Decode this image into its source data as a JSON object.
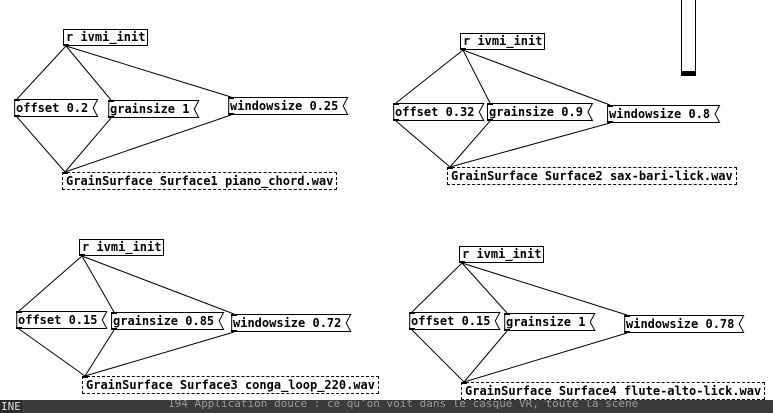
{
  "patch": {
    "groups": [
      {
        "receive": "r ivmi_init",
        "offset": "offset 0.2",
        "grainsize": "grainsize 1",
        "windowsize": "windowsize 0.25",
        "surface": "GrainSurface Surface1 piano_chord.wav"
      },
      {
        "receive": "r ivmi_init",
        "offset": "offset 0.32",
        "grainsize": "grainsize 0.9",
        "windowsize": "windowsize 0.8",
        "surface": "GrainSurface Surface2 sax-bari-lick.wav"
      },
      {
        "receive": "r ivmi_init",
        "offset": "offset 0.15",
        "grainsize": "grainsize 0.85",
        "windowsize": "windowsize 0.72",
        "surface": "GrainSurface Surface3 conga_loop_220.wav"
      },
      {
        "receive": "r ivmi_init",
        "offset": "offset 0.15",
        "grainsize": "grainsize 1",
        "windowsize": "windowsize 0.78",
        "surface": "GrainSurface Surface4 flute-alto-lick.wav"
      }
    ],
    "fader": {
      "value": 0.0
    }
  },
  "statusbar": {
    "mode": "INE",
    "line_text": "194     Application douce   : ce qu'on voit dans le casque VR, toute la scène"
  },
  "colors": {
    "ink": "#000000",
    "canvas": "#ffffff",
    "statusbar": "#3b3b3b"
  }
}
